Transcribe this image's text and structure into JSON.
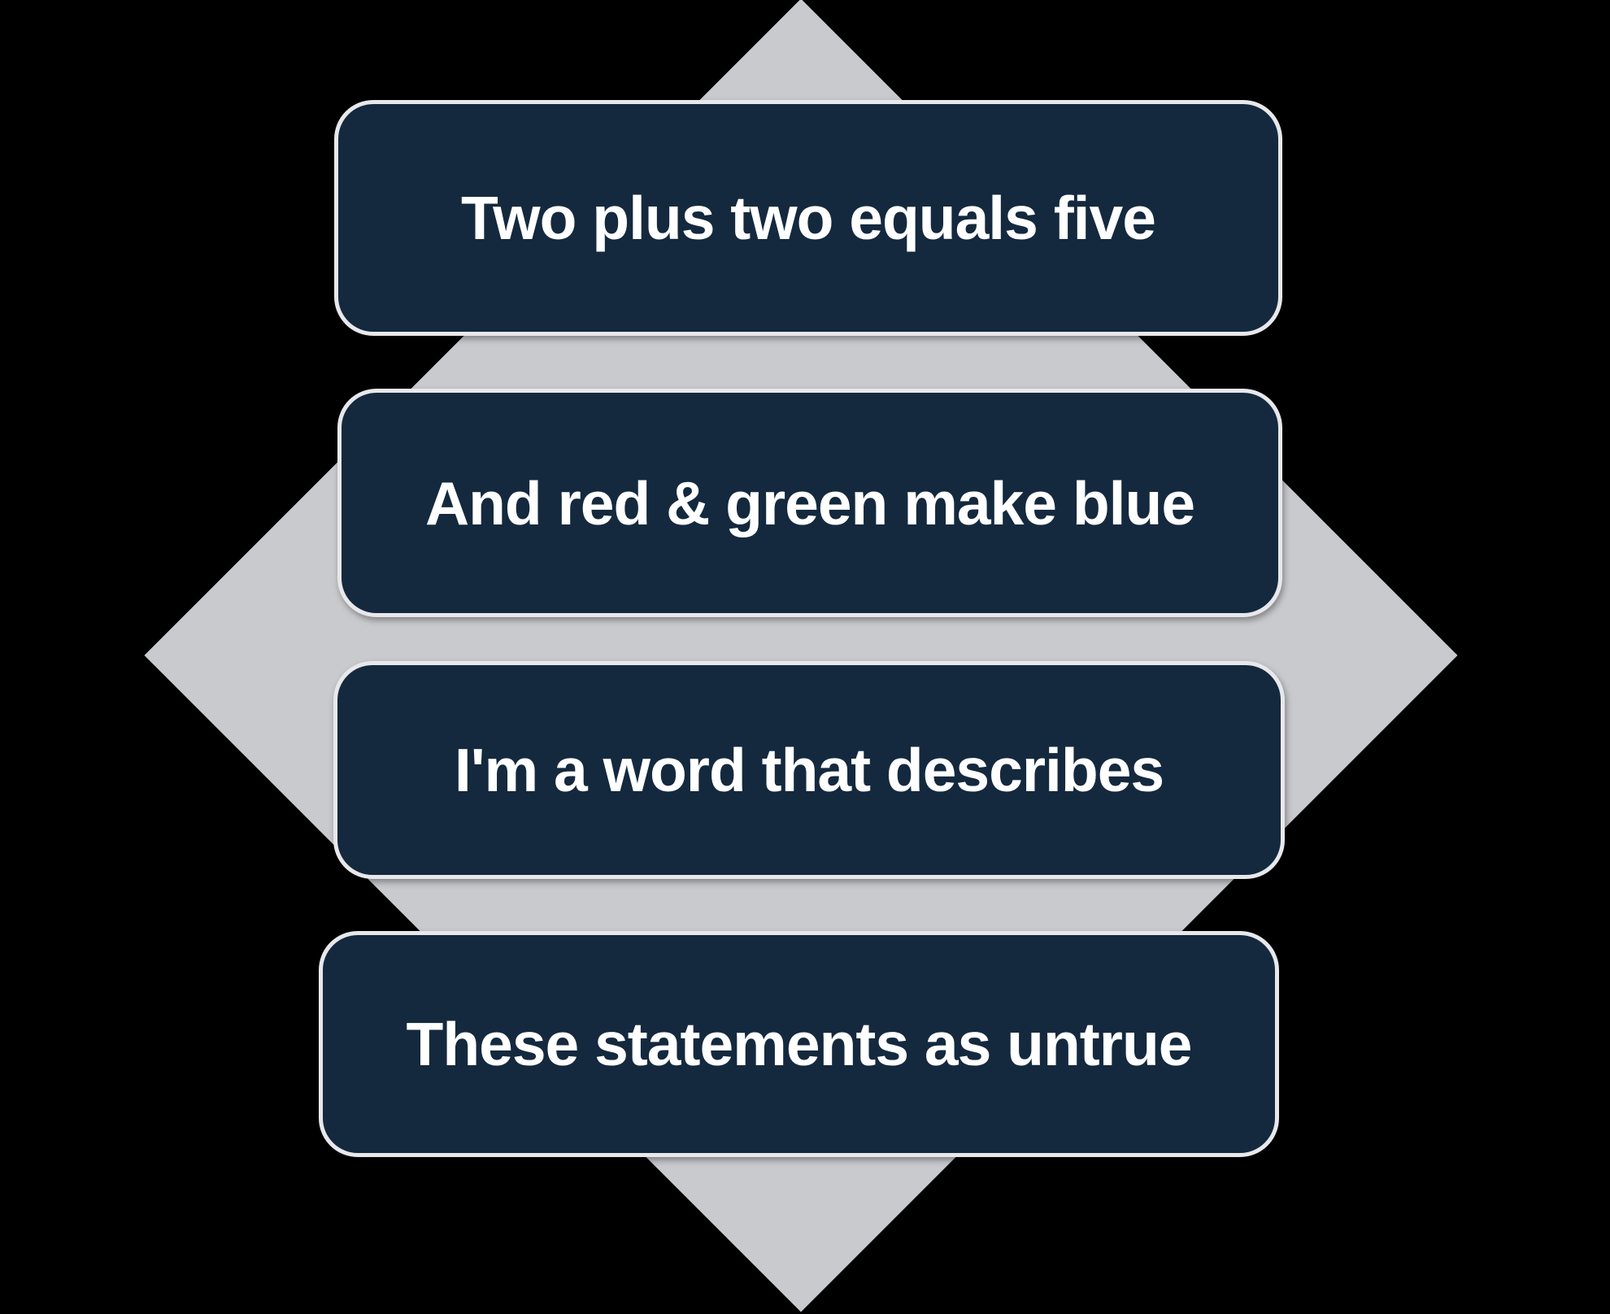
{
  "slide": {
    "background_color": "#000000",
    "diamond_color": "#c9cacd",
    "card_fill_color": "#14293e",
    "card_border_color": "#e8e8ec",
    "card_text_color": "#ffffff"
  },
  "cards": [
    {
      "label": "Two plus two equals five"
    },
    {
      "label": "And red & green make blue"
    },
    {
      "label": "I'm a word that describes"
    },
    {
      "label": "These statements as untrue"
    }
  ]
}
